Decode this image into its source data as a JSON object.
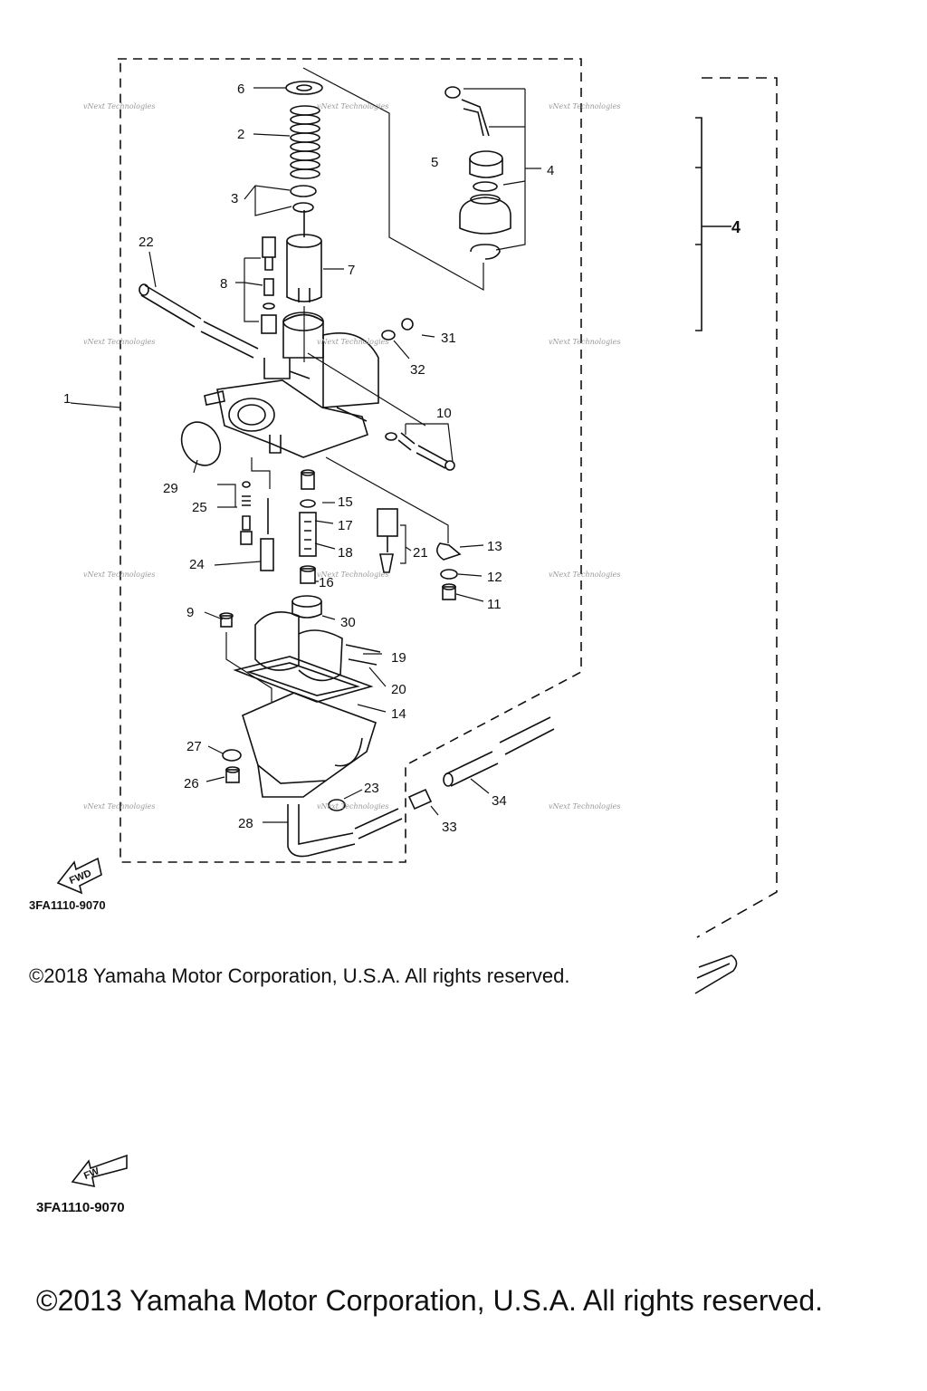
{
  "diagram": {
    "callouts": [
      "1",
      "2",
      "3",
      "4",
      "5",
      "6",
      "7",
      "8",
      "9",
      "10",
      "11",
      "12",
      "13",
      "14",
      "15",
      "16",
      "17",
      "18",
      "19",
      "20",
      "21",
      "22",
      "23",
      "24",
      "25",
      "26",
      "27",
      "28",
      "29",
      "30",
      "31",
      "32",
      "33",
      "34"
    ],
    "group_callout": "4",
    "fwd_label": "FWD",
    "fwd_label_partial": "FW",
    "watermark": "vNext Technologies"
  },
  "footer_top": {
    "drawing_code": "3FA1110-9070",
    "copyright": "©2018 Yamaha Motor Corporation, U.S.A. All rights reserved."
  },
  "footer_bottom": {
    "drawing_code": "3FA1110-9070",
    "copyright": "©2013 Yamaha Motor Corporation, U.S.A. All rights reserved."
  }
}
